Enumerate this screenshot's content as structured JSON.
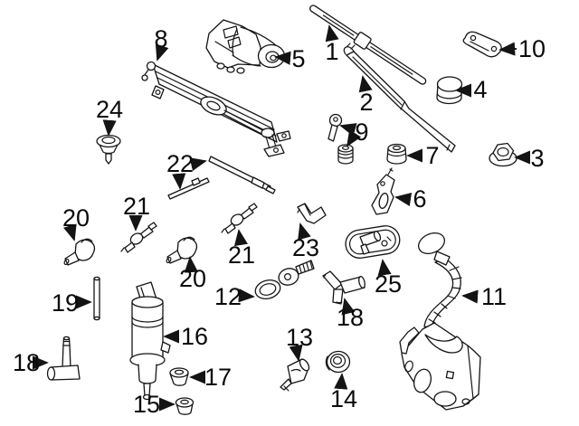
{
  "diagram": {
    "background": "#ffffff",
    "line_color": "#141414",
    "callouts": {
      "1": "1",
      "2": "2",
      "3": "3",
      "4": "4",
      "5": "5",
      "6": "6",
      "7": "7",
      "8": "8",
      "9": "9",
      "10": "10",
      "11": "11",
      "12": "12",
      "13": "13",
      "14": "14",
      "15": "15",
      "16": "16",
      "17": "17",
      "18": "18",
      "19": "19",
      "20": "20",
      "21": "21",
      "22": "22",
      "23": "23",
      "24": "24",
      "25": "25"
    }
  }
}
